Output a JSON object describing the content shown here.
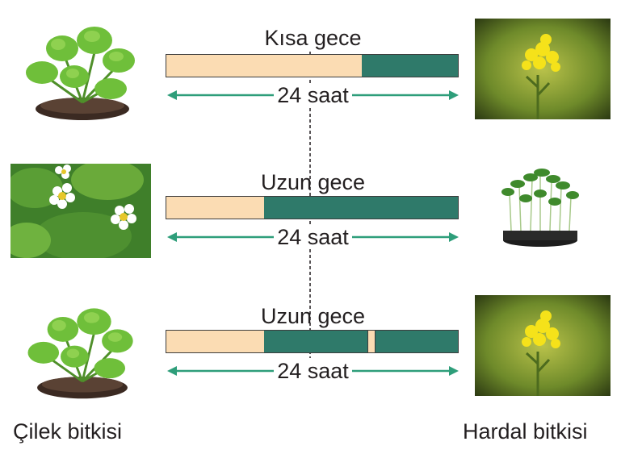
{
  "rows": [
    {
      "title": "Kısa gece",
      "duration_label": "24 saat"
    },
    {
      "title": "Uzun gece",
      "duration_label": "24 saat"
    },
    {
      "title": "Uzun gece",
      "duration_label": "24 saat"
    }
  ],
  "captions": {
    "left": "Çilek bitkisi",
    "right": "Hardal bitkisi"
  },
  "colors": {
    "day": "#fbdcb3",
    "night": "#2f7a6a",
    "arrow": "#2e9e7a"
  }
}
